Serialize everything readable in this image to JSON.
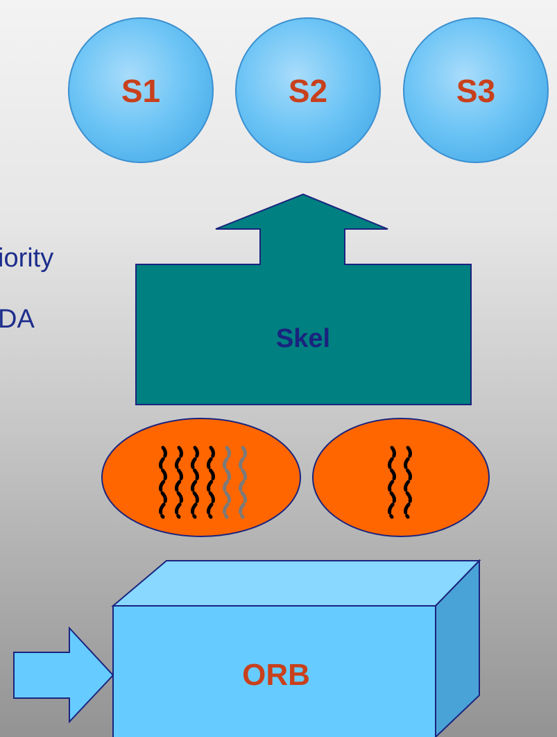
{
  "services": [
    {
      "label": "S1"
    },
    {
      "label": "S2"
    },
    {
      "label": "S3"
    }
  ],
  "skeleton": {
    "label": "Skel"
  },
  "thread_pools": [
    {
      "black_threads": 4,
      "gray_threads": 2
    },
    {
      "black_threads": 2,
      "gray_threads": 0
    }
  ],
  "orb": {
    "label": "ORB"
  },
  "side_text": [
    "iority",
    "DA"
  ],
  "colors": {
    "service_fill": "#6cc4f5",
    "service_stroke": "#3a8fd0",
    "skeleton_fill": "#008080",
    "pool_fill": "#ff6600",
    "orb_front": "#66ccff",
    "orb_top": "#88d8ff",
    "orb_side": "#4aa3d6",
    "outline": "#1a237e"
  }
}
